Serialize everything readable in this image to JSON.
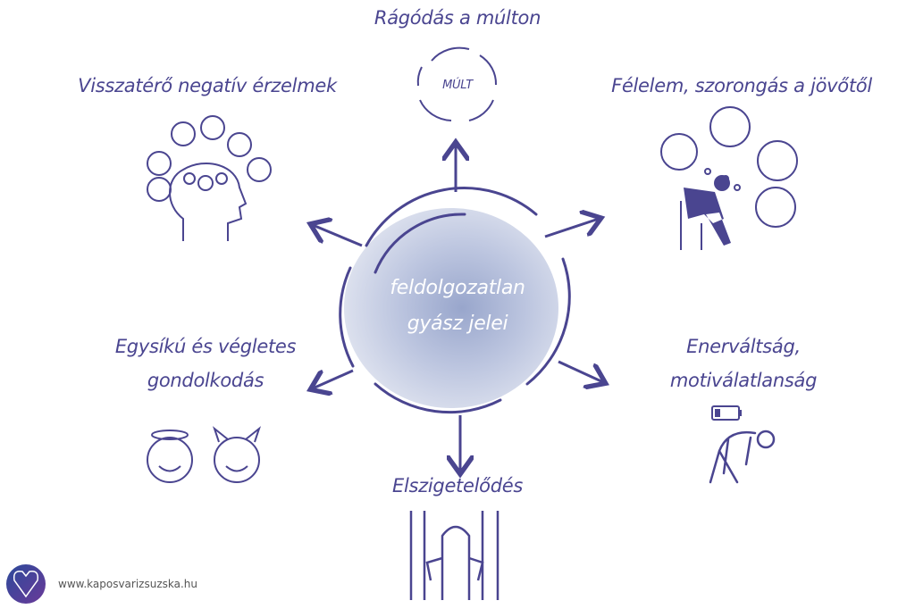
{
  "center": {
    "line1": "feldolgozatlan",
    "line2": "gyász jelei"
  },
  "signs": {
    "past": "Rágódás a múlton",
    "past_icon_text": "MÚLT",
    "emotions": "Visszatérő negatív érzelmek",
    "fear": "Félelem, szorongás a jövőtől",
    "thinking_line1": "Egysíkú és végletes",
    "thinking_line2": "gondolkodás",
    "energy_line1": "Enerváltság,",
    "energy_line2": "motiválatlanság",
    "isolation": "Elszigetelődés"
  },
  "footer": {
    "url": "www.kaposvarizsuzska.hu"
  },
  "colors": {
    "accent": "#4a4590",
    "blob": "#b9c3db",
    "logo": "#3b3f8f"
  }
}
